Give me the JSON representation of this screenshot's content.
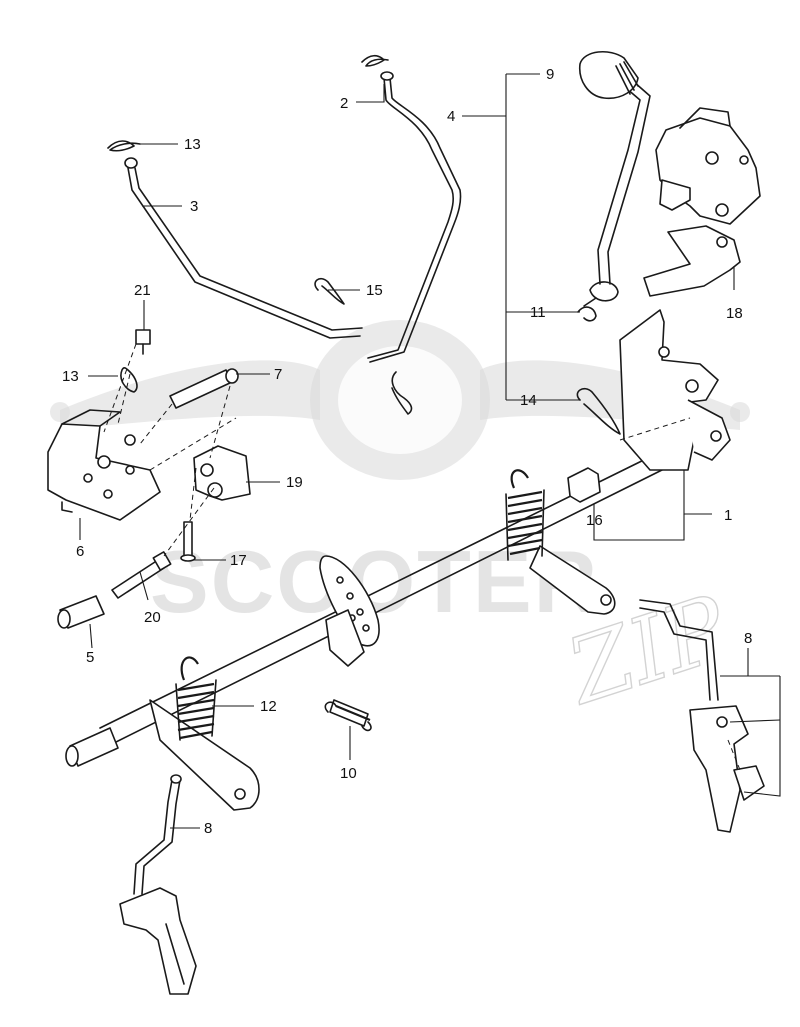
{
  "watermark": {
    "brand": "SCOOTER",
    "suffix": "ZIP"
  },
  "callouts": [
    {
      "id": "c1",
      "label": "1"
    },
    {
      "id": "c2",
      "label": "2"
    },
    {
      "id": "c3",
      "label": "3"
    },
    {
      "id": "c4",
      "label": "4"
    },
    {
      "id": "c5",
      "label": "5"
    },
    {
      "id": "c6",
      "label": "6"
    },
    {
      "id": "c7",
      "label": "7"
    },
    {
      "id": "c8a",
      "label": "8"
    },
    {
      "id": "c8b",
      "label": "8"
    },
    {
      "id": "c9",
      "label": "9"
    },
    {
      "id": "c10",
      "label": "10"
    },
    {
      "id": "c11",
      "label": "11"
    },
    {
      "id": "c12",
      "label": "12"
    },
    {
      "id": "c13a",
      "label": "13"
    },
    {
      "id": "c13b",
      "label": "13"
    },
    {
      "id": "c14",
      "label": "14"
    },
    {
      "id": "c15",
      "label": "15"
    },
    {
      "id": "c16",
      "label": "16"
    },
    {
      "id": "c17",
      "label": "17"
    },
    {
      "id": "c18",
      "label": "18"
    },
    {
      "id": "c19",
      "label": "19"
    },
    {
      "id": "c20",
      "label": "20"
    },
    {
      "id": "c21",
      "label": "21"
    }
  ],
  "colors": {
    "line": "#1a1a1a",
    "watermark": "#d0d0d0",
    "background": "#ffffff"
  }
}
